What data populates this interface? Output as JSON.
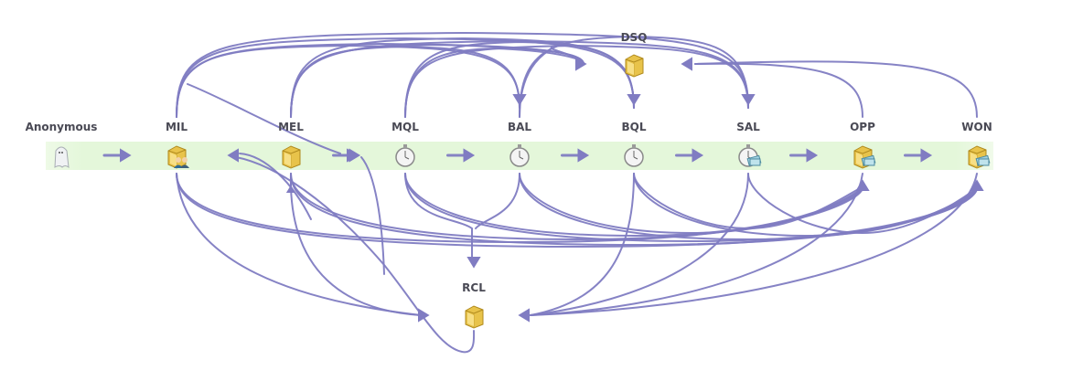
{
  "diagram": {
    "type": "lifecycle-flow",
    "edge_color": "#807cc2",
    "band_color": "#e4f7da",
    "nodes": [
      {
        "id": "anonymous",
        "label": "Anonymous",
        "icon": "ghost-icon"
      },
      {
        "id": "mil",
        "label": "MIL",
        "icon": "box-with-people-icon"
      },
      {
        "id": "mel",
        "label": "MEL",
        "icon": "box-icon"
      },
      {
        "id": "mql",
        "label": "MQL",
        "icon": "stopwatch-icon"
      },
      {
        "id": "bal",
        "label": "BAL",
        "icon": "stopwatch-icon"
      },
      {
        "id": "bql",
        "label": "BQL",
        "icon": "stopwatch-icon"
      },
      {
        "id": "sal",
        "label": "SAL",
        "icon": "stopwatch-with-money-icon"
      },
      {
        "id": "opp",
        "label": "OPP",
        "icon": "box-with-money-icon"
      },
      {
        "id": "won",
        "label": "WON",
        "icon": "box-with-money-icon"
      },
      {
        "id": "dsq",
        "label": "DSQ",
        "icon": "box-icon"
      },
      {
        "id": "rcl",
        "label": "RCL",
        "icon": "box-icon"
      }
    ],
    "main_flow": [
      "anonymous",
      "mil",
      "mel",
      "mql",
      "bal",
      "bql",
      "sal",
      "opp",
      "won"
    ],
    "edges": [
      {
        "from": "anonymous",
        "to": "mil"
      },
      {
        "from": "mel",
        "to": "mil"
      },
      {
        "from": "mil",
        "to": "mql"
      },
      {
        "from": "mql",
        "to": "bal"
      },
      {
        "from": "bal",
        "to": "bql"
      },
      {
        "from": "bql",
        "to": "sal"
      },
      {
        "from": "sal",
        "to": "opp"
      },
      {
        "from": "opp",
        "to": "won"
      },
      {
        "from": "mil",
        "to": "bal"
      },
      {
        "from": "mil",
        "to": "bql"
      },
      {
        "from": "mil",
        "to": "sal"
      },
      {
        "from": "mil",
        "to": "dsq"
      },
      {
        "from": "mel",
        "to": "bal"
      },
      {
        "from": "mel",
        "to": "bql"
      },
      {
        "from": "mel",
        "to": "sal"
      },
      {
        "from": "mel",
        "to": "dsq"
      },
      {
        "from": "mql",
        "to": "bql"
      },
      {
        "from": "mql",
        "to": "sal"
      },
      {
        "from": "mql",
        "to": "dsq"
      },
      {
        "from": "bal",
        "to": "sal"
      },
      {
        "from": "bal",
        "to": "dsq"
      },
      {
        "from": "opp",
        "to": "dsq"
      },
      {
        "from": "won",
        "to": "dsq"
      },
      {
        "from": "mil",
        "to": "opp"
      },
      {
        "from": "mil",
        "to": "won"
      },
      {
        "from": "mel",
        "to": "opp"
      },
      {
        "from": "mel",
        "to": "won"
      },
      {
        "from": "mql",
        "to": "opp"
      },
      {
        "from": "mql",
        "to": "won"
      },
      {
        "from": "bal",
        "to": "opp"
      },
      {
        "from": "bal",
        "to": "won"
      },
      {
        "from": "bql",
        "to": "opp"
      },
      {
        "from": "bql",
        "to": "won"
      },
      {
        "from": "sal",
        "to": "won"
      },
      {
        "from": "mql",
        "to": "rcl"
      },
      {
        "from": "bal",
        "to": "rcl"
      },
      {
        "from": "mil",
        "to": "rcl"
      },
      {
        "from": "mel",
        "to": "rcl"
      },
      {
        "from": "bql",
        "to": "rcl"
      },
      {
        "from": "sal",
        "to": "rcl"
      },
      {
        "from": "opp",
        "to": "rcl"
      },
      {
        "from": "won",
        "to": "rcl"
      },
      {
        "from": "rcl",
        "to": "mel"
      }
    ]
  }
}
